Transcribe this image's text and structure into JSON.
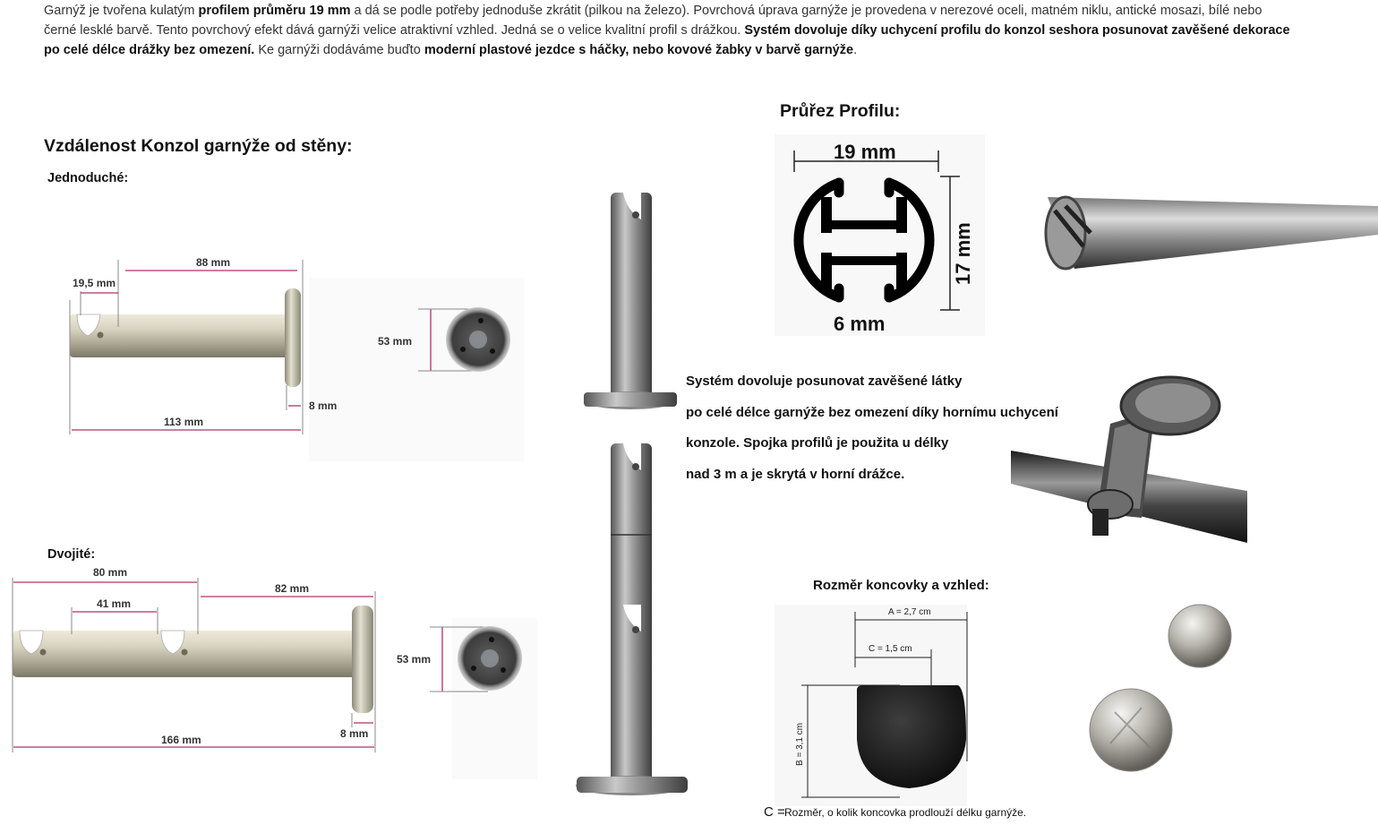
{
  "intro": {
    "p1": "Garnýž je tvořena kulatým ",
    "p1b": "profilem průměru 19 mm",
    "p2": " a dá se podle potřeby jednoduše zkrátit (pilkou na železo). Povrchová úprava garnýže je provedena v nerezové oceli, matném niklu, antické mosazi, bílé nebo černé lesklé barvě. Tento povrchový efekt dává garnýži velice atraktivní vzhled. Jedná se o velice kvalitní profil s drážkou. ",
    "p2b": "Systém dovoluje díky uchycení profilu do konzol seshora posunovat zavěšené dekorace po celé délce drážky bez omezení.",
    "p3": " Ke garnýži dodáváme buďto ",
    "p3b": "moderní plastové jezdce s háčky, nebo kovové žabky v barvě garnýže",
    "p4": "."
  },
  "distance": {
    "title": "Vzdálenost Konzol garnýže od stěny:",
    "single_label": "Jednoduché:",
    "double_label": "Dvojité:",
    "single": {
      "d1": "19,5 mm",
      "d2": "88 mm",
      "d3": "113 mm",
      "d4": "8 mm",
      "plate": "53 mm"
    },
    "double": {
      "d1": "80 mm",
      "d2": "41 mm",
      "d3": "82 mm",
      "d4": "166 mm",
      "d5": "8 mm",
      "plate": "53 mm"
    }
  },
  "profile": {
    "title": "Průřez Profilu:",
    "width": "19 mm",
    "height": "17 mm",
    "gap": "6 mm"
  },
  "system_text": [
    "Systém dovoluje posunovat zavěšené látky",
    "po celé délce garnýže bez omezení díky hornímu uchycení",
    "konzole. Spojka profilů je použita u délky",
    " nad 3 m a je skrytá v horní drážce."
  ],
  "finial": {
    "title": "Rozměr koncovky a vzhled:",
    "a": "A = 2,7 cm",
    "c": "C = 1,5 cm",
    "b": "B = 3,1 cm",
    "note_label": "C =",
    "note": " Rozměr, o kolik koncovka prodlouží délku garnýže."
  }
}
